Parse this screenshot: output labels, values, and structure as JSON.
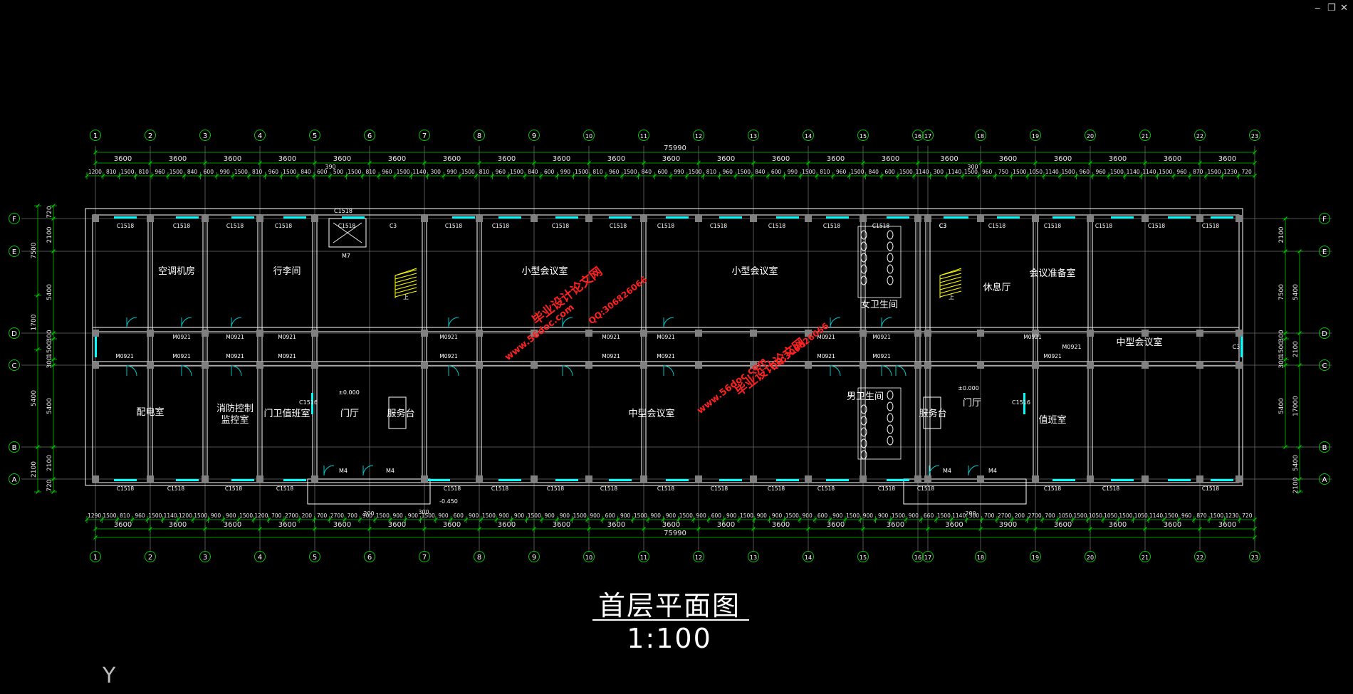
{
  "window": {
    "minimize": "‒",
    "restore": "❐",
    "close": "✕"
  },
  "drawing_title": "首层平面图 1:100",
  "ucs_label": "Y",
  "total_dimension": "75990",
  "grid_cols": [
    "1",
    "2",
    "3",
    "4",
    "5",
    "6",
    "7",
    "8",
    "9",
    "10",
    "11",
    "12",
    "13",
    "14",
    "15",
    "16",
    "17",
    "18",
    "19",
    "20",
    "21",
    "22",
    "23"
  ],
  "grid_rows": [
    "F",
    "E",
    "D",
    "C",
    "B",
    "A"
  ],
  "top_bay_dims": [
    "3600",
    "3600",
    "3600",
    "3600",
    "3600",
    "3600",
    "3600",
    "3600",
    "3600",
    "3600",
    "3600",
    "3600",
    "3600",
    "3600",
    "3600",
    "3600",
    "3600",
    "3600",
    "3600",
    "3600",
    "3600"
  ],
  "top_detail_dims": [
    "1200",
    "810",
    "1500",
    "810",
    "960",
    "1500",
    "840",
    "600",
    "990",
    "1500",
    "810",
    "960",
    "1500",
    "840",
    "600",
    "500",
    "1500",
    "810",
    "960",
    "1500",
    "1140",
    "300",
    "990",
    "1500",
    "810",
    "960",
    "1500",
    "840",
    "600",
    "990",
    "1500",
    "810",
    "960",
    "1500",
    "840",
    "600",
    "990",
    "1500",
    "810",
    "960",
    "1500",
    "840",
    "600",
    "990",
    "1500",
    "810",
    "960",
    "1500",
    "840",
    "600",
    "1500",
    "1140",
    "300",
    "1140",
    "1500",
    "960",
    "750",
    "1500",
    "1050",
    "1140",
    "1500",
    "960",
    "960",
    "1500",
    "1140",
    "1140",
    "1500",
    "960",
    "870",
    "1500",
    "1230",
    "720"
  ],
  "top_extra_dims": [
    "390",
    "300"
  ],
  "bottom_detail_dims": [
    "1290",
    "1500",
    "810",
    "960",
    "1500",
    "1140",
    "1200",
    "1500",
    "900",
    "900",
    "1500",
    "1200",
    "700",
    "2700",
    "200",
    "700",
    "2700",
    "700",
    "900",
    "1500",
    "900",
    "900",
    "1500",
    "900",
    "600",
    "900",
    "1500",
    "900",
    "900",
    "1500",
    "900",
    "900",
    "1500",
    "900",
    "600",
    "900",
    "1500",
    "900",
    "900",
    "1500",
    "900",
    "600",
    "900",
    "1500",
    "900",
    "900",
    "1500",
    "900",
    "600",
    "900",
    "1500",
    "900",
    "900",
    "1500",
    "900",
    "660",
    "1500",
    "1140",
    "300",
    "700",
    "2700",
    "200",
    "2700",
    "700",
    "1050",
    "1500",
    "1050",
    "1050",
    "1500",
    "1050",
    "1140",
    "1500",
    "960",
    "870",
    "1500",
    "1230",
    "720"
  ],
  "bottom_bay_dims": [
    "3600",
    "3600",
    "3600",
    "3600",
    "3600",
    "3600",
    "3600",
    "3600",
    "3600",
    "3600",
    "3600",
    "3600",
    "3600",
    "3600",
    "3600",
    "3600",
    "3900",
    "3600",
    "3600",
    "3600",
    "3600",
    "3600"
  ],
  "bottom_extra_dims": [
    "200",
    "300",
    "200"
  ],
  "left_dims_inner": [
    "720",
    "2100",
    "5400",
    "300",
    "1500",
    "300",
    "5400",
    "2100",
    "720"
  ],
  "left_dims_outer": [
    "7500",
    "1700",
    "5400",
    "2100"
  ],
  "right_dims_inner": [
    "2100",
    "7500",
    "300",
    "1500",
    "300",
    "5400",
    "2100"
  ],
  "right_dims_outer": [
    "5400",
    "2100",
    "17000",
    "5400",
    "2100"
  ],
  "rooms": [
    {
      "name": "空调机房"
    },
    {
      "name": "行李间"
    },
    {
      "name": "小型会议室"
    },
    {
      "name": "小型会议室"
    },
    {
      "name": "休息厅"
    },
    {
      "name": "会议准备室"
    },
    {
      "name": "中型会议室"
    },
    {
      "name": "配电室"
    },
    {
      "name": "消防控制"
    },
    {
      "name": "监控室"
    },
    {
      "name": "门卫值班室"
    },
    {
      "name": "门厅"
    },
    {
      "name": "服务台"
    },
    {
      "name": "中型会议室"
    },
    {
      "name": "男卫生间"
    },
    {
      "name": "服务台"
    },
    {
      "name": "门厅"
    },
    {
      "name": "值班室"
    },
    {
      "name": "女卫生间"
    }
  ],
  "window_tags_top": [
    "C1518",
    "C1518",
    "C1518",
    "C1518",
    "C1518",
    "C3",
    "C1518",
    "C1518",
    "C1518",
    "C1518",
    "C1518",
    "C1518",
    "C1518",
    "C1518",
    "C1518",
    "C3",
    "C1518",
    "C1518",
    "C1518",
    "C1518",
    "C1518"
  ],
  "window_tags_bottom": [
    "C1518",
    "C1518",
    "C1518",
    "C1518",
    "C1518",
    "C1518",
    "C1518",
    "C1518",
    "C1518",
    "C1518",
    "C1518",
    "C1518",
    "C1518",
    "C1518",
    "C1518",
    "C1518",
    "C1518"
  ],
  "door_tags_upper": [
    "M0921",
    "M0921",
    "M0921",
    "M0921",
    "M0921",
    "M0921",
    "M0921",
    "M0921",
    "M0921"
  ],
  "door_tags_lower": [
    "M0921",
    "M0921",
    "M0921",
    "M0921",
    "M0921",
    "M0921",
    "M0921",
    "M0921",
    "M0921",
    "M0921"
  ],
  "entrance_doors": [
    "M4",
    "M4",
    "M4",
    "M4"
  ],
  "misc_tags": [
    "M7",
    "C1518",
    "C3",
    "C3",
    "C1516",
    "C1516",
    "M0921",
    "上",
    "上",
    "±0.000",
    "±0.000",
    "-0.450"
  ],
  "watermarks": [
    "毕业设计论文网",
    "www.56doc.com",
    "QQ:306826066"
  ],
  "colors": {
    "grid": "#00c800",
    "dim": "#00c800",
    "dim_text": "#e8e8e8",
    "wall": "#ffffff",
    "window": "#00ffff",
    "column": "#808080",
    "text": "#ffffff",
    "door": "#00c8c8",
    "stair": "#ffff00",
    "watermark": "#ff2020",
    "bubble": "#c8c8c8"
  }
}
